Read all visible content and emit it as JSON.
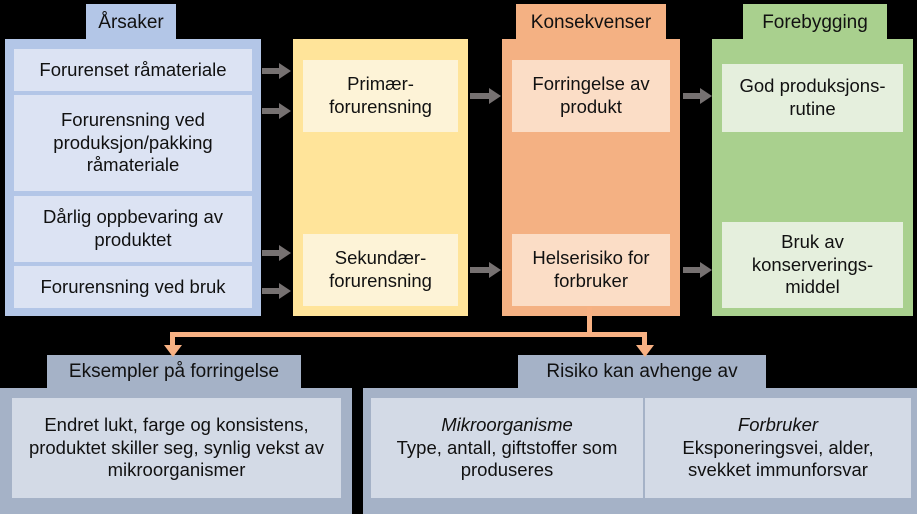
{
  "diagram": {
    "title_hidden": "",
    "columns": [
      {
        "id": "arsaker",
        "tab_label": "Årsaker",
        "color": "#b3c6e7",
        "items": [
          {
            "label": "Forurenset råmateriale"
          },
          {
            "label": "Forurensning ved produksjon/pakking råmateriale"
          },
          {
            "label": "Dårlig oppbevaring av produktet"
          },
          {
            "label": "Forurensning ved bruk"
          }
        ]
      },
      {
        "id": "forurensning",
        "tab_label": "",
        "color": "#ffe49a",
        "items": [
          {
            "label": "Primær-forurensning"
          },
          {
            "label": "Sekundær-forurensning"
          }
        ]
      },
      {
        "id": "konsekvenser",
        "tab_label": "Konsekvenser",
        "color": "#f4b183",
        "items": [
          {
            "label": "Forringelse av produkt"
          },
          {
            "label": "Helserisiko for forbruker"
          }
        ]
      },
      {
        "id": "forebygging",
        "tab_label": "Forebygging",
        "color": "#a9d08e",
        "items": [
          {
            "label": "God produksjons-rutine"
          },
          {
            "label": "Bruk av konserverings-middel"
          }
        ]
      }
    ],
    "bottom_panels": [
      {
        "id": "eksempler",
        "tab_label": "Eksempler på forringelse",
        "color": "#a5b2c7",
        "cards": [
          {
            "heading": "",
            "body": "Endret lukt, farge og konsistens, produktet skiller seg, synlig vekst av mikroorganismer"
          }
        ]
      },
      {
        "id": "risiko",
        "tab_label": "Risiko kan avhenge av",
        "color": "#a5b2c7",
        "cards": [
          {
            "heading": "Mikroorganisme",
            "body": "Type, antall, giftstoffer som produseres"
          },
          {
            "heading": "Forbruker",
            "body": "Eksponeringsvei, alder, svekket immunforsvar"
          }
        ]
      }
    ],
    "connectors": {
      "arrow_color": "#767171",
      "branch_color": "#f8b183"
    }
  }
}
